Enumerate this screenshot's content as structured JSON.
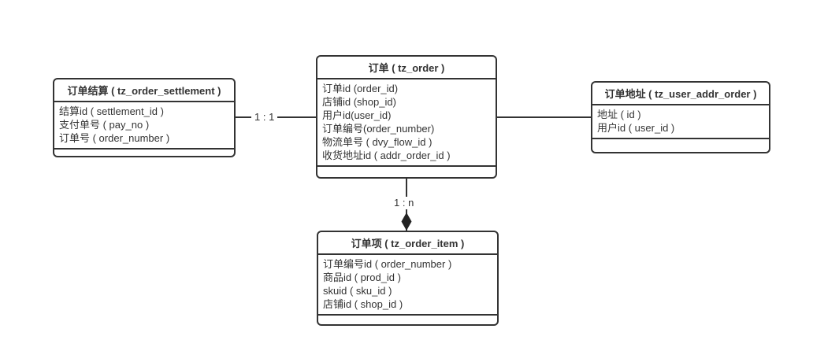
{
  "diagram": {
    "colors": {
      "line": "#333333",
      "text": "#333333",
      "background": "#ffffff"
    },
    "relations": {
      "settlement_order": "1 : 1",
      "order_item": "1 : n"
    },
    "entities": {
      "order": {
        "title": "订单 ( tz_order )",
        "fields": [
          "订单id (order_id)",
          "店铺id (shop_id)",
          "用户id(user_id)",
          "订单编号(order_number)",
          "物流单号 ( dvy_flow_id )",
          "收货地址id ( addr_order_id )"
        ]
      },
      "settlement": {
        "title": "订单结算 ( tz_order_settlement )",
        "fields": [
          "结算id ( settlement_id )",
          "支付单号 ( pay_no )",
          "订单号 ( order_number )"
        ]
      },
      "addr": {
        "title": "订单地址 ( tz_user_addr_order )",
        "fields": [
          "地址 ( id )",
          "用户id ( user_id )"
        ]
      },
      "item": {
        "title": "订单项 ( tz_order_item )",
        "fields": [
          "订单编号id ( order_number )",
          "商品id ( prod_id )",
          "skuid ( sku_id )",
          "店铺id ( shop_id )"
        ]
      }
    }
  }
}
